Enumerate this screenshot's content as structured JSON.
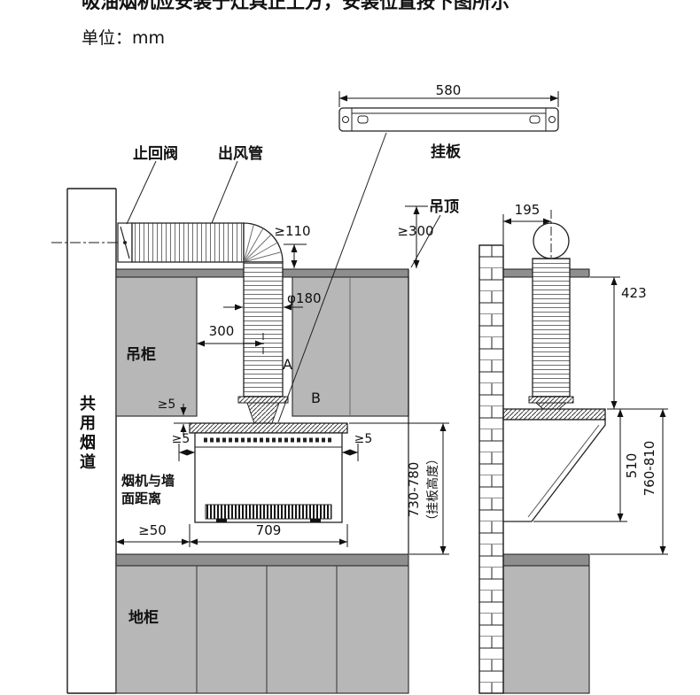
{
  "header": {
    "title_clipped": "吸油烟机应安装于灶具正上方，安装位置按下图所示",
    "unit": "单位：mm"
  },
  "labels": {
    "hanging_plate": "挂板",
    "check_valve": "止回阀",
    "outlet_duct": "出风管",
    "ceiling": "吊顶",
    "wall_cabinet": "吊柜",
    "shared_flue": "共用烟道",
    "floor_cabinet": "地柜",
    "hood_wall_distance_line1": "烟机与墙",
    "hood_wall_distance_line2": "面距离",
    "point_a": "A",
    "point_b": "B"
  },
  "dims": {
    "plate_width": "580",
    "wall_to_duct": "195",
    "duct_to_ceiling_min": "≥110",
    "ceiling_drop_min": "≥300",
    "duct_diameter": "φ180",
    "cabinet_to_duct_center": "300",
    "hood_top_gap": "≥5",
    "hood_left_gap": "≥5",
    "hood_right_gap": "≥5",
    "plate_height": "730-780",
    "plate_height_note": "（挂板高度）",
    "flue_side_gap": "≥50",
    "hood_width": "709",
    "ceiling_to_hood_top": "423",
    "hood_height": "510",
    "hood_top_to_counter": "760-810"
  },
  "colors": {
    "cabinet_gray": "#b7b7b7",
    "bar_gray": "#8e8e8e",
    "line": "#1a1a1a"
  }
}
